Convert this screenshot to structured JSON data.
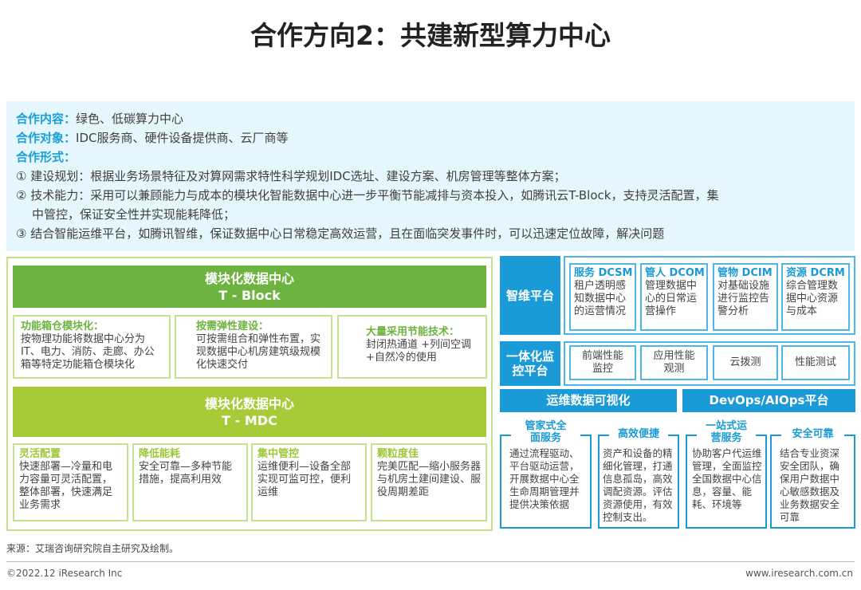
{
  "title": "合作方向2：共建新型算力中心",
  "info": {
    "content_label": "合作内容：",
    "content": "绿色、低碳算力中心",
    "target_label": "合作对象：",
    "target": "IDC服务商、硬件设备提供商、云厂商等",
    "form_label": "合作形式：",
    "items": [
      "① 建设规划：根据业务场景特征及对算网需求特性科学规划IDC选址、建设方案、机房管理等整体方案；",
      "② 技术能力：采用可以兼顾能力与成本的模块化智能数据中心进一步平衡节能减排与资本投入，如腾讯云T-Block，支持灵活配置，集",
      "中管控，保证安全性并实现能耗降低；",
      "③ 结合智能运维平台，如腾讯智维，保证数据中心日常稳定高效运营，且在面临突发事件时，可以迅速定位故障，解决问题"
    ]
  },
  "tblock": {
    "title": "模块化数据中心",
    "sub": "T - Block",
    "boxes": [
      {
        "title": "功能箱仓模块化：",
        "text": "按物理功能将数据中心分为IT、电力、消防、走廊、办公箱等特定功能箱仓模块化"
      },
      {
        "title": "按需弹性建设：",
        "text": "可按需组合和弹性布置，实现数据中心机房建筑级规模化快速交付"
      },
      {
        "title": "大量采用节能技术：",
        "text": "封闭热通道 +列间空调 +自然冷的使用"
      }
    ]
  },
  "tmdc": {
    "title": "模块化数据中心",
    "sub": "T - MDC",
    "boxes": [
      {
        "title": "灵活配置",
        "text": "快速部署—冷量和电力容量可灵活配置，整体部署，快速满足业务需求"
      },
      {
        "title": "降低能耗",
        "text": "安全可靠—多种节能措施，提高利用效"
      },
      {
        "title": "集中管控",
        "text": "运维便利—设备全部实现可监可控，便利运维"
      },
      {
        "title": "颗粒度佳",
        "text": "完美匹配—缩小服务器与机房土建间建设、服役周期差距"
      }
    ]
  },
  "zhiwei": {
    "label": "智维平台",
    "boxes": [
      {
        "title": "服务 DCSM",
        "text": "租户透明感知数据中心的运营情况"
      },
      {
        "title": "管人 DCOM",
        "text": "管理数据中心的日常运营操作"
      },
      {
        "title": "管物 DCIM",
        "text": "对基础设施进行监控告警分析"
      },
      {
        "title": "资源 DCRM",
        "text": "综合管理数据中心资源与成本"
      }
    ]
  },
  "monitor": {
    "label": "一体化监控平台",
    "boxes": [
      "前端性能监控",
      "应用性能观测",
      "云拨测",
      "性能测试"
    ]
  },
  "bars": [
    "运维数据可视化",
    "DevOps/AIOps平台"
  ],
  "features": [
    {
      "title": "管家式全面服务",
      "text": "通过流程驱动、平台驱动运营，开展数据中心全生命周期管理并提供决策依据"
    },
    {
      "title": "高效便捷",
      "text": "资产和设备的精细化管理，打通信息孤岛，高效调配资源。评估资源使用，有效控制支出。"
    },
    {
      "title": "一站式运营服务",
      "text": "协助客户代运维管理，全面监控全国数据中心信息，容量、能耗、环境等"
    },
    {
      "title": "安全可靠",
      "text": "结合专业资深安全团队，确保用户数据中心敏感数据及业务数据安全可靠"
    }
  ],
  "source": "来源：艾瑞咨询研究院自主研究及绘制。",
  "copyright": "©2022.12 iResearch Inc",
  "site": "www.iresearch.com.cn"
}
